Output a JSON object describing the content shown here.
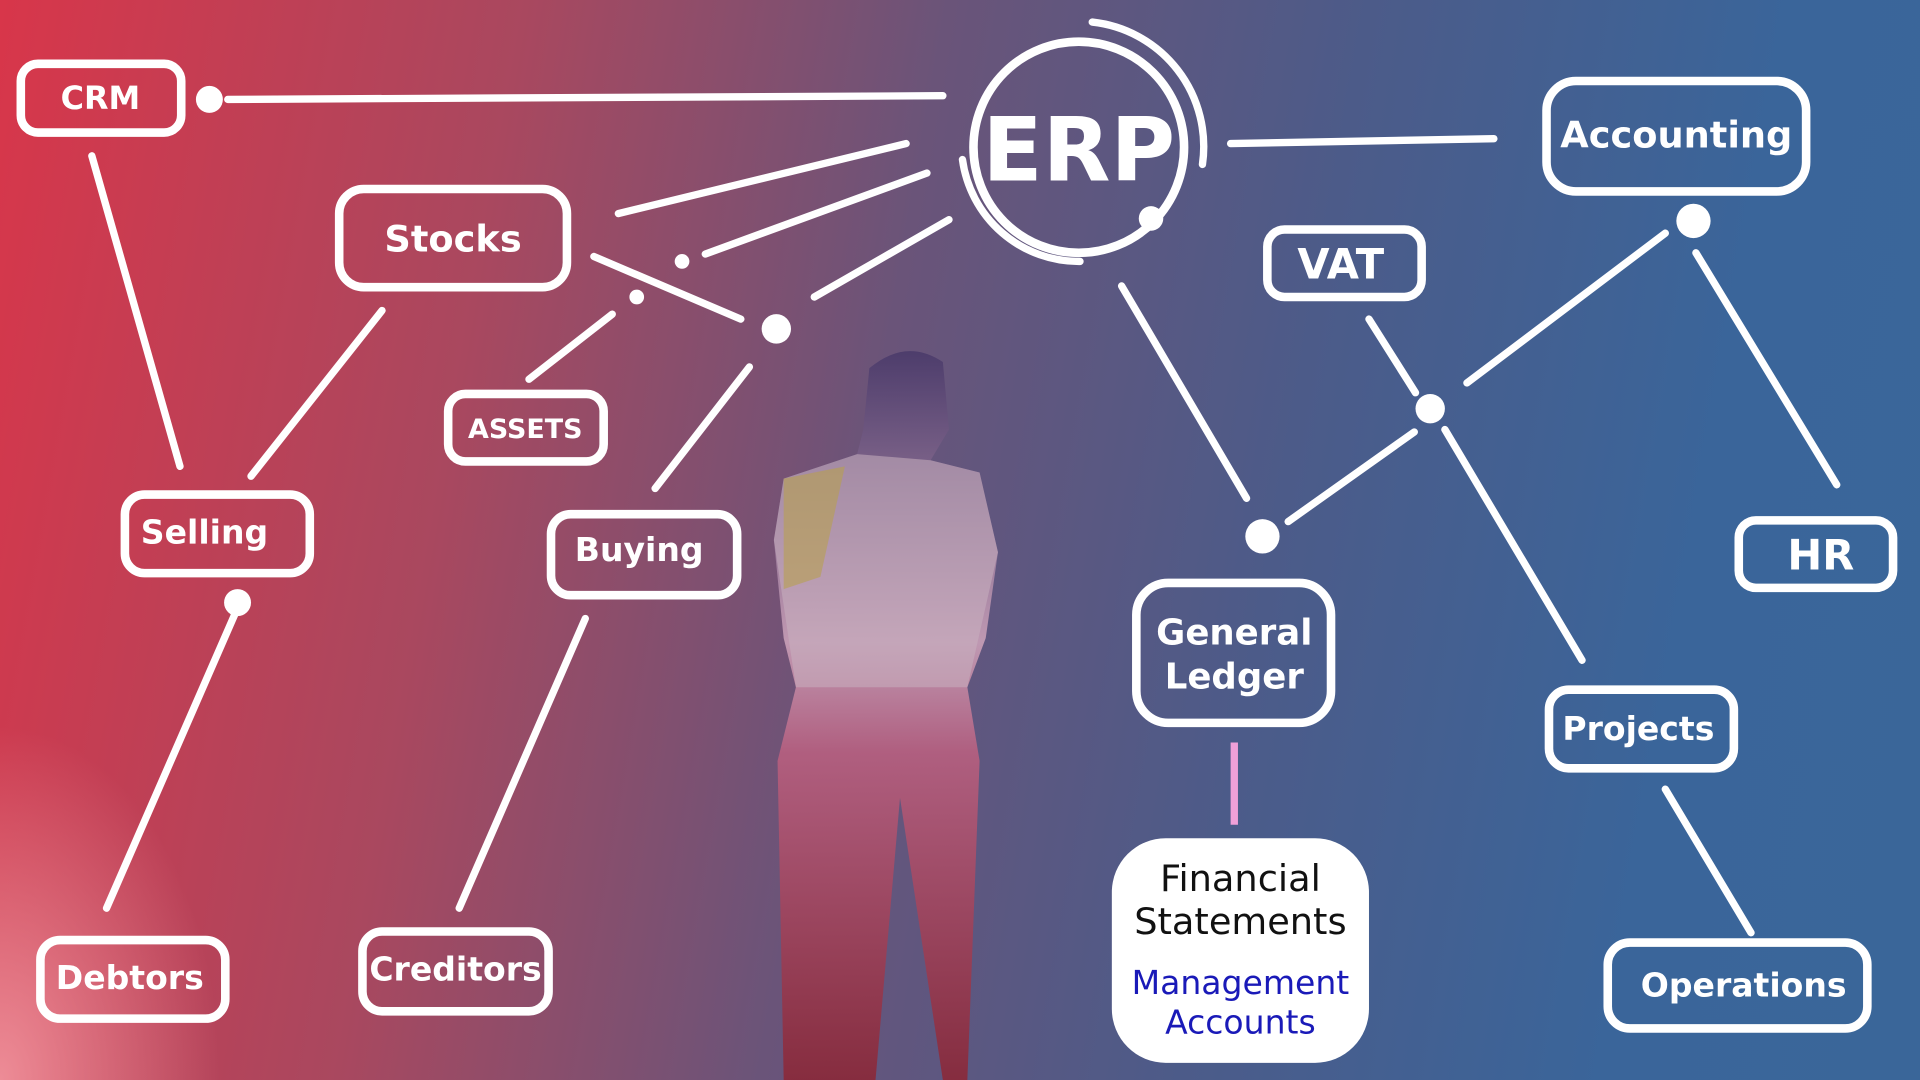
{
  "center": "ERP",
  "nodes": {
    "crm": "CRM",
    "stocks": "Stocks",
    "assets": "ASSETS",
    "selling": "Selling",
    "buying": "Buying",
    "debtors": "Debtors",
    "creditors": "Creditors",
    "accounting": "Accounting",
    "vat": "VAT",
    "hr": "HR",
    "general_ledger": [
      "General",
      "Ledger"
    ],
    "projects": "Projects",
    "operations": "Operations"
  },
  "output_box": {
    "line1": "Financial",
    "line2": "Statements",
    "line3": "Management",
    "line4": "Accounts"
  },
  "colors": {
    "accent_blue": "#1a1ab8",
    "connector_pink": "#f0a0d8"
  }
}
